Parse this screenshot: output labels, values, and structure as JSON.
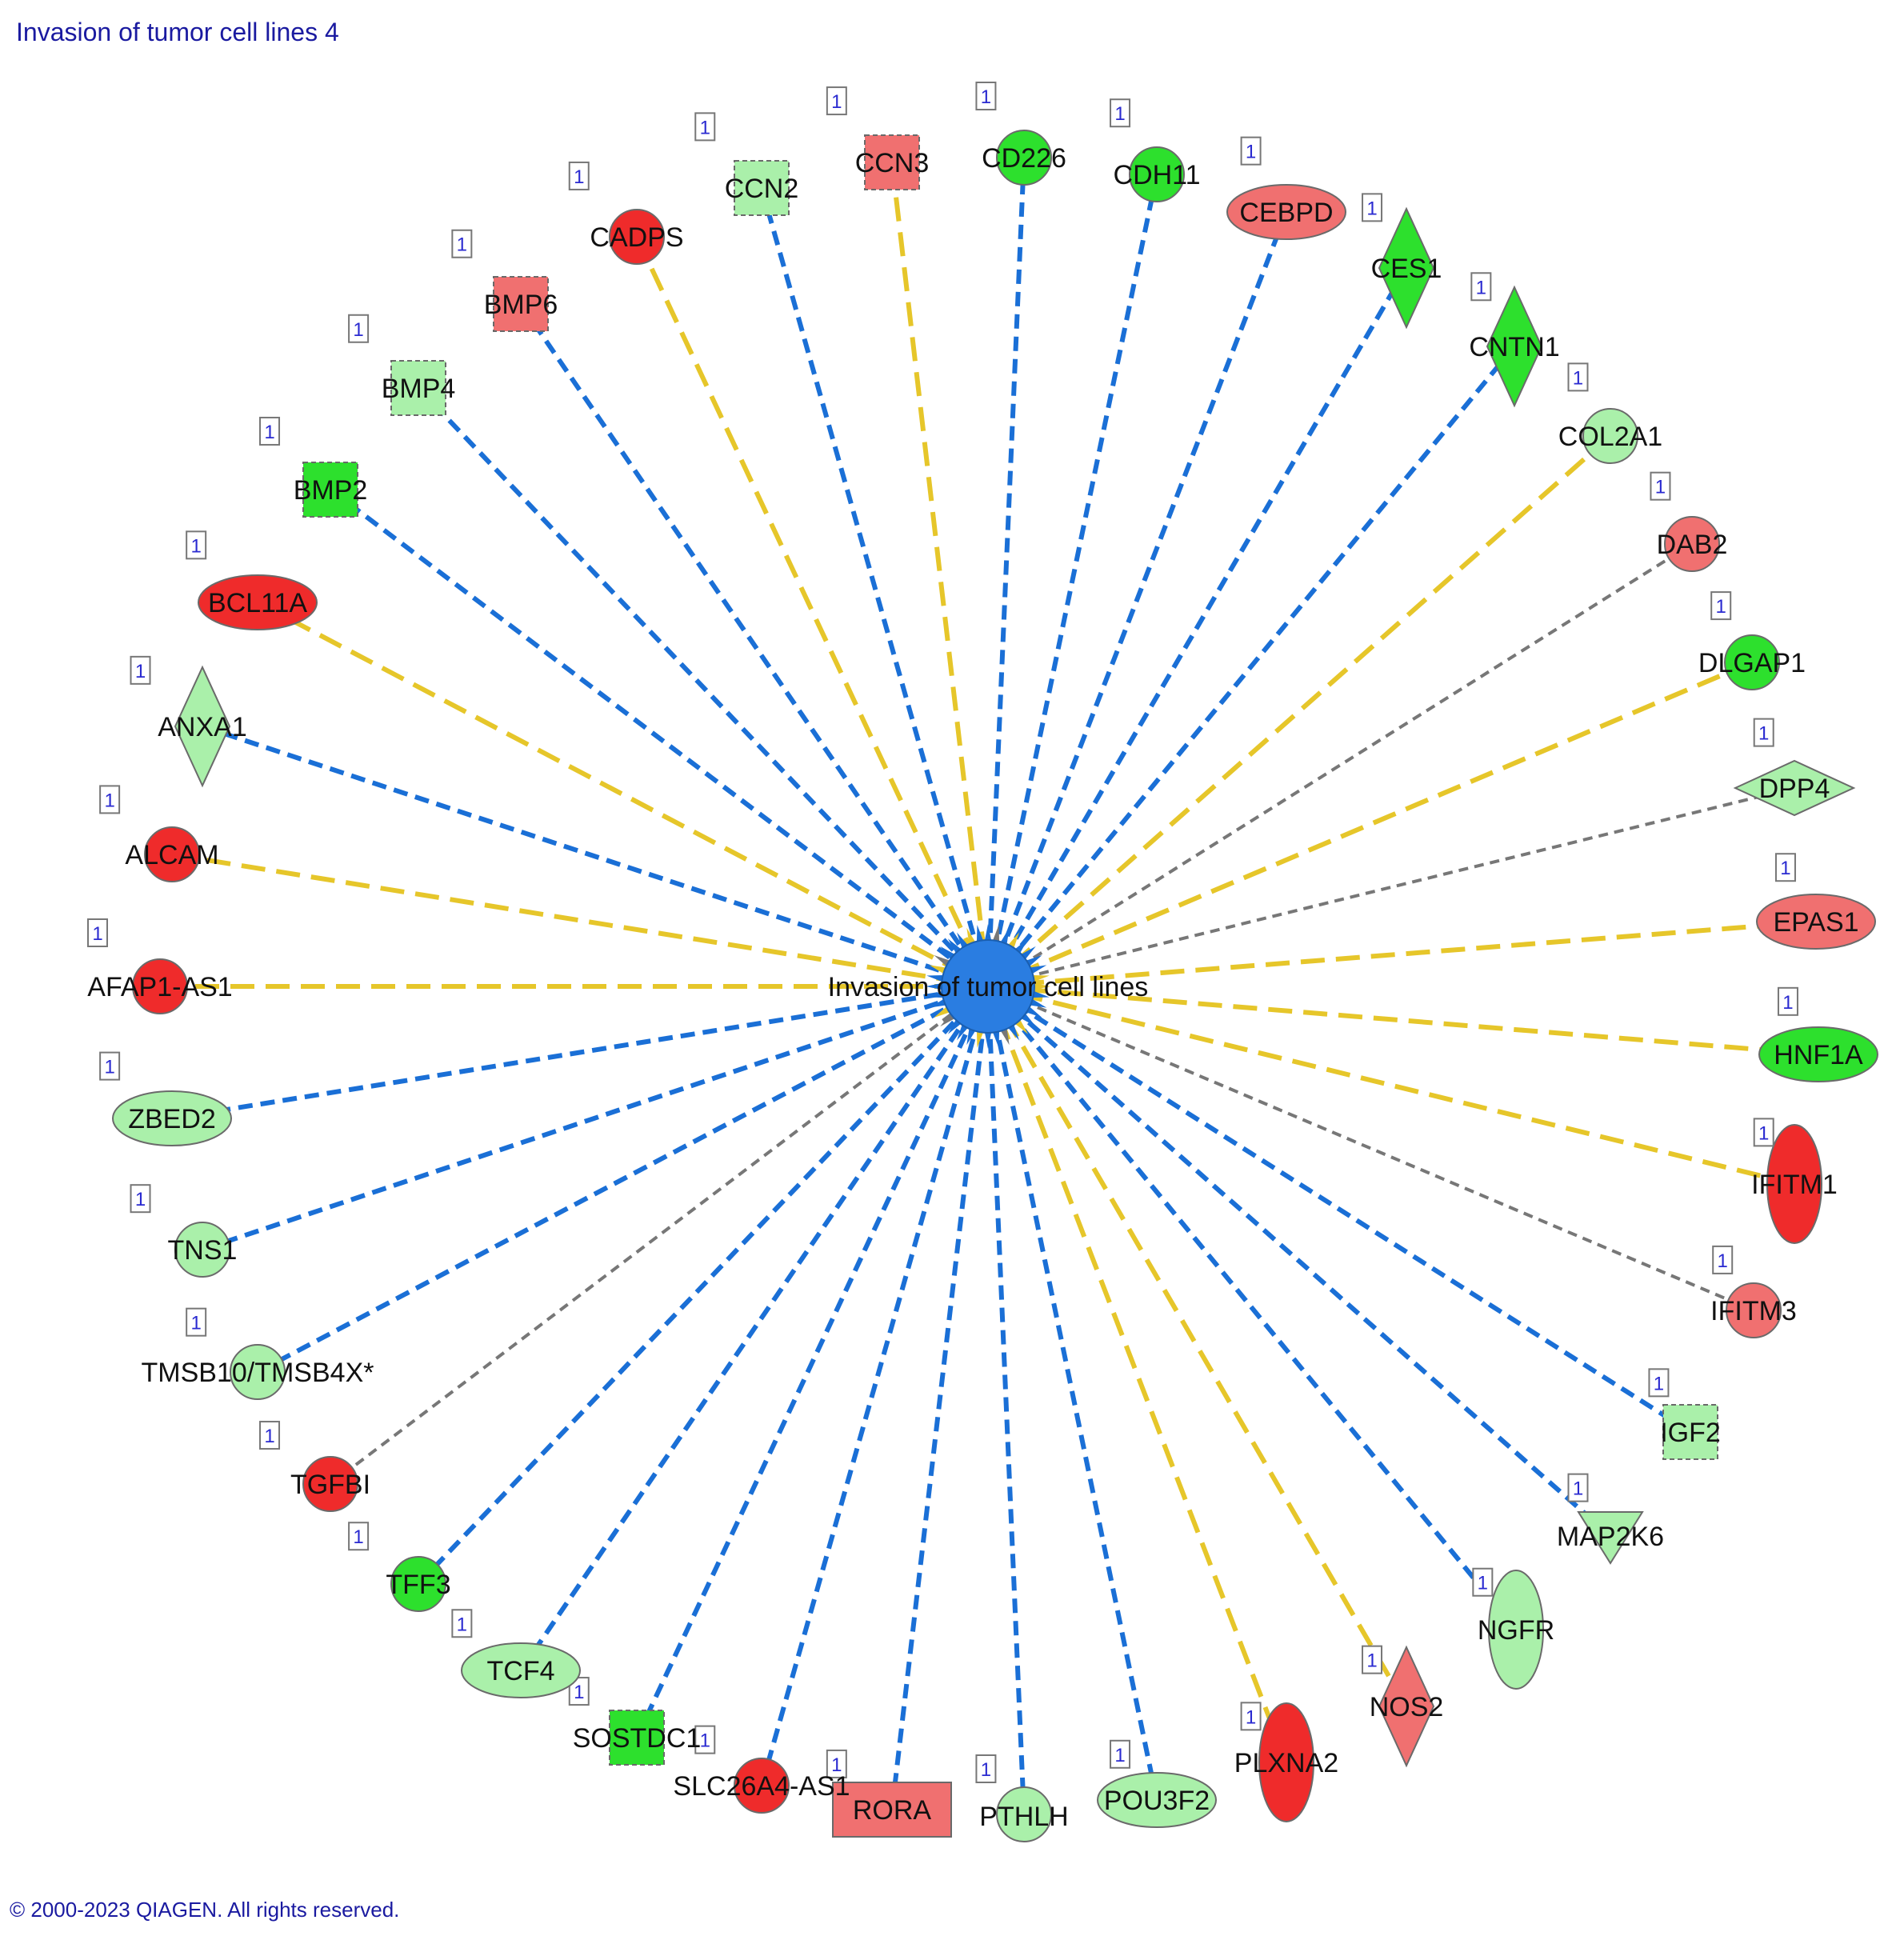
{
  "title": "Invasion of tumor cell lines 4",
  "copyright": "© 2000-2023 QIAGEN. All rights reserved.",
  "center": {
    "label": "Invasion of tumor cell lines",
    "color": "#2a7de1"
  },
  "colors": {
    "red": "#ef2b2b",
    "light_red": "#f07070",
    "green": "#2de02d",
    "light_green": "#aaf0aa",
    "edge_blue": "#1a6fd6",
    "edge_yellow": "#e6c62a",
    "edge_gray": "#777777"
  },
  "nodes": [
    {
      "label": "CCN3",
      "badge": "1",
      "shape": "rect-dashed",
      "fill": "light_red",
      "edge": "yellow"
    },
    {
      "label": "CD226",
      "badge": "1",
      "shape": "circle",
      "fill": "green",
      "edge": "blue"
    },
    {
      "label": "CDH11",
      "badge": "1",
      "shape": "circle",
      "fill": "green",
      "edge": "blue"
    },
    {
      "label": "CEBPD",
      "badge": "1",
      "shape": "ellipse",
      "fill": "light_red",
      "edge": "blue"
    },
    {
      "label": "CES1",
      "badge": "1",
      "shape": "diamond",
      "fill": "green",
      "edge": "blue"
    },
    {
      "label": "CNTN1",
      "badge": "1",
      "shape": "diamond",
      "fill": "green",
      "edge": "blue"
    },
    {
      "label": "COL2A1",
      "badge": "1",
      "shape": "circle",
      "fill": "light_green",
      "edge": "yellow"
    },
    {
      "label": "DAB2",
      "badge": "1",
      "shape": "circle",
      "fill": "light_red",
      "edge": "gray"
    },
    {
      "label": "DLGAP1",
      "badge": "1",
      "shape": "circle",
      "fill": "green",
      "edge": "yellow"
    },
    {
      "label": "DPP4",
      "badge": "1",
      "shape": "diamond-wide",
      "fill": "light_green",
      "edge": "gray"
    },
    {
      "label": "EPAS1",
      "badge": "1",
      "shape": "ellipse",
      "fill": "light_red",
      "edge": "yellow"
    },
    {
      "label": "HNF1A",
      "badge": "1",
      "shape": "ellipse",
      "fill": "green",
      "edge": "yellow"
    },
    {
      "label": "IFITM1",
      "badge": "1",
      "shape": "ellipse-tall",
      "fill": "red",
      "edge": "yellow"
    },
    {
      "label": "IFITM3",
      "badge": "1",
      "shape": "circle",
      "fill": "light_red",
      "edge": "gray"
    },
    {
      "label": "IGF2",
      "badge": "1",
      "shape": "rect-dashed",
      "fill": "light_green",
      "edge": "blue"
    },
    {
      "label": "MAP2K6",
      "badge": "1",
      "shape": "triangle-down",
      "fill": "light_green",
      "edge": "blue"
    },
    {
      "label": "NGFR",
      "badge": "1",
      "shape": "ellipse-tall",
      "fill": "light_green",
      "edge": "blue"
    },
    {
      "label": "NOS2",
      "badge": "1",
      "shape": "diamond",
      "fill": "light_red",
      "edge": "yellow"
    },
    {
      "label": "PLXNA2",
      "badge": "1",
      "shape": "ellipse-tall",
      "fill": "red",
      "edge": "yellow"
    },
    {
      "label": "POU3F2",
      "badge": "1",
      "shape": "ellipse",
      "fill": "light_green",
      "edge": "blue"
    },
    {
      "label": "PTHLH",
      "badge": "1",
      "shape": "circle",
      "fill": "light_green",
      "edge": "blue"
    },
    {
      "label": "RORA",
      "badge": "1",
      "shape": "rect",
      "fill": "light_red",
      "edge": "blue"
    },
    {
      "label": "SLC26A4-AS1",
      "badge": "1",
      "shape": "circle",
      "fill": "red",
      "edge": "blue"
    },
    {
      "label": "SOSTDC1",
      "badge": "1",
      "shape": "rect-dashed",
      "fill": "green",
      "edge": "blue"
    },
    {
      "label": "TCF4",
      "badge": "1",
      "shape": "ellipse",
      "fill": "light_green",
      "edge": "blue"
    },
    {
      "label": "TFF3",
      "badge": "1",
      "shape": "circle",
      "fill": "green",
      "edge": "blue"
    },
    {
      "label": "TGFBI",
      "badge": "1",
      "shape": "circle",
      "fill": "red",
      "edge": "gray"
    },
    {
      "label": "TMSB10/TMSB4X*",
      "badge": "1",
      "shape": "circle",
      "fill": "light_green",
      "edge": "blue"
    },
    {
      "label": "TNS1",
      "badge": "1",
      "shape": "circle",
      "fill": "light_green",
      "edge": "blue"
    },
    {
      "label": "ZBED2",
      "badge": "1",
      "shape": "ellipse",
      "fill": "light_green",
      "edge": "blue"
    },
    {
      "label": "AFAP1-AS1",
      "badge": "1",
      "shape": "circle",
      "fill": "red",
      "edge": "yellow"
    },
    {
      "label": "ALCAM",
      "badge": "1",
      "shape": "circle",
      "fill": "red",
      "edge": "yellow"
    },
    {
      "label": "ANXA1",
      "badge": "1",
      "shape": "diamond",
      "fill": "light_green",
      "edge": "blue"
    },
    {
      "label": "BCL11A",
      "badge": "1",
      "shape": "ellipse",
      "fill": "red",
      "edge": "yellow"
    },
    {
      "label": "BMP2",
      "badge": "1",
      "shape": "rect-dashed",
      "fill": "green",
      "edge": "blue"
    },
    {
      "label": "BMP4",
      "badge": "1",
      "shape": "rect-dashed",
      "fill": "light_green",
      "edge": "blue"
    },
    {
      "label": "BMP6",
      "badge": "1",
      "shape": "rect-dashed",
      "fill": "light_red",
      "edge": "blue"
    },
    {
      "label": "CADPS",
      "badge": "1",
      "shape": "circle",
      "fill": "red",
      "edge": "yellow"
    },
    {
      "label": "CCN2",
      "badge": "1",
      "shape": "rect-dashed",
      "fill": "light_green",
      "edge": "blue"
    }
  ]
}
